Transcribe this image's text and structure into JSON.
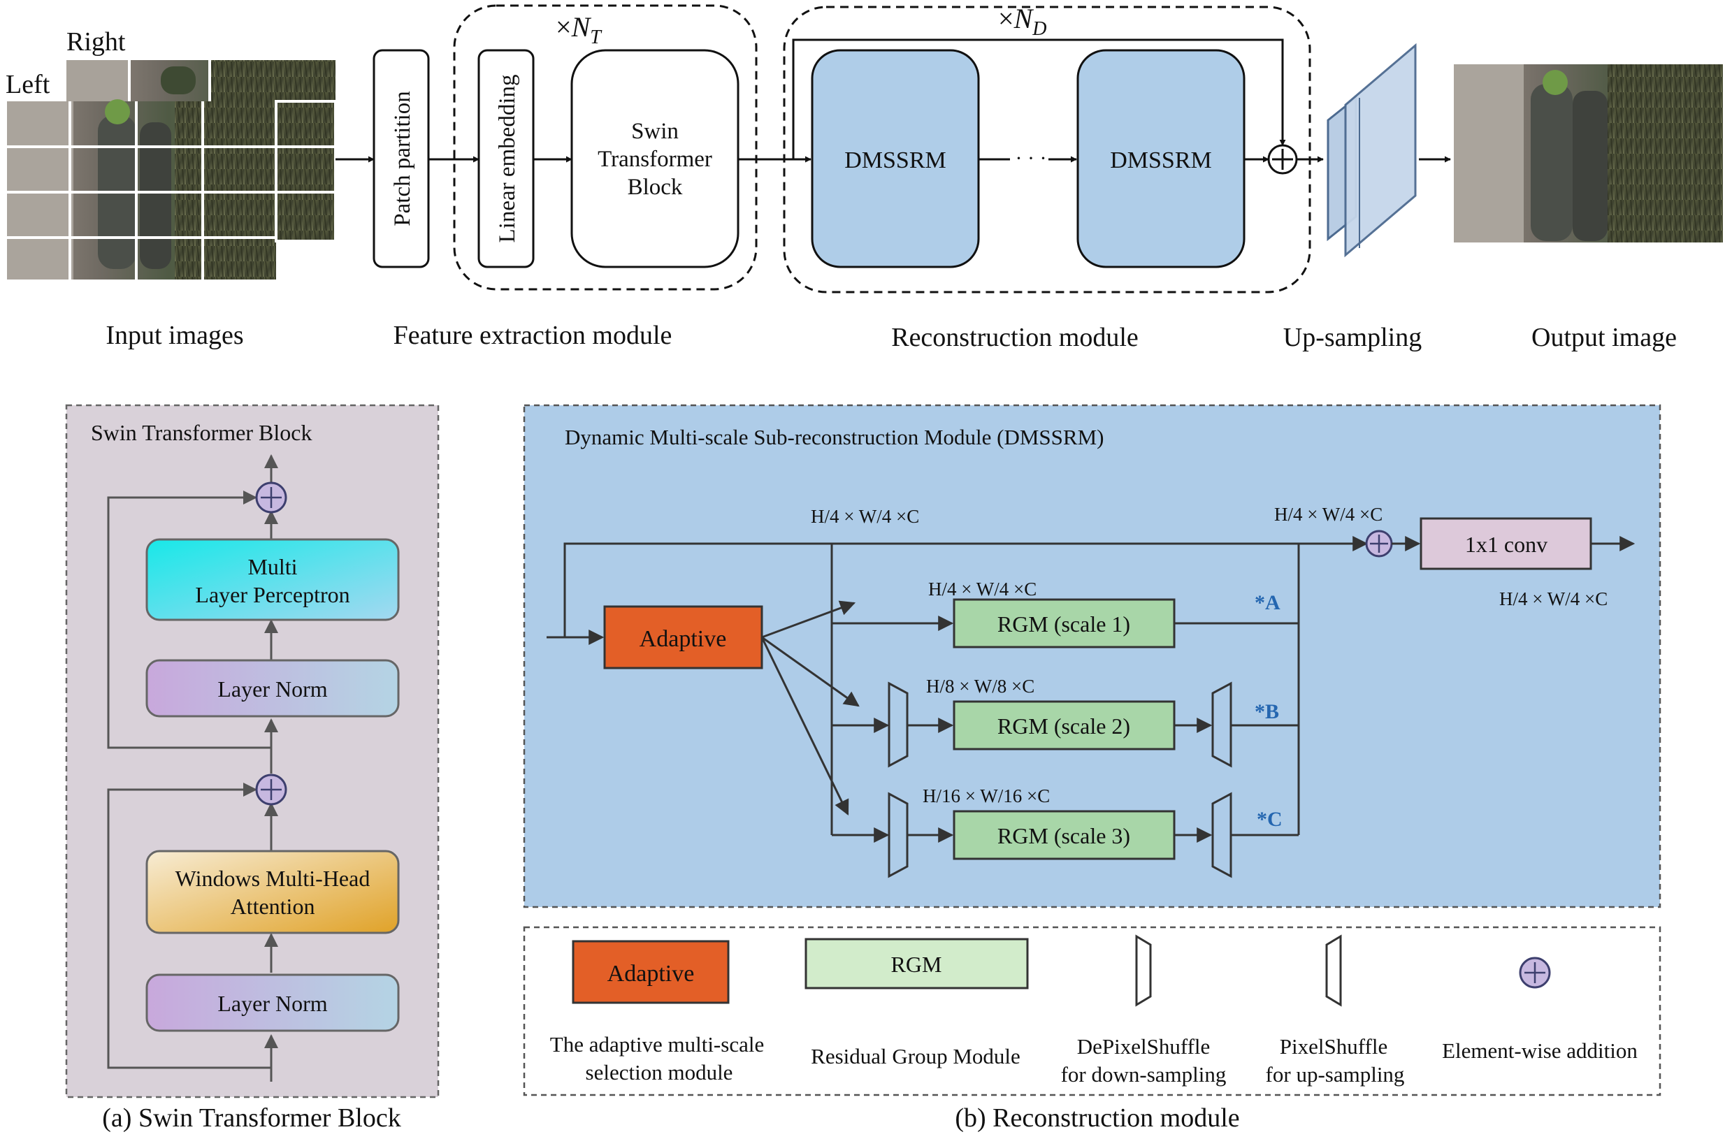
{
  "top": {
    "input_right_label": "Right",
    "input_left_label": "Left",
    "patch_partition": "Patch partition",
    "linear_embedding": "Linear embedding",
    "repeat_nt_symbol": "×",
    "repeat_nt_var": "N",
    "repeat_nt_sub": "T",
    "swin_block_line1": "Swin",
    "swin_block_line2": "Transformer",
    "swin_block_line3": "Block",
    "repeat_nd_symbol": "×",
    "repeat_nd_var": "N",
    "repeat_nd_sub": "D",
    "dmssrm_1": "DMSSRM",
    "dmssrm_dots": "· · ·",
    "dmssrm_2": "DMSSRM",
    "caption_input": "Input images",
    "caption_feature": "Feature extraction module",
    "caption_reconstruction": "Reconstruction module",
    "caption_upsampling": "Up-sampling",
    "caption_output": "Output image"
  },
  "swin": {
    "title": "Swin Transformer Block",
    "mlp_line1": "Multi",
    "mlp_line2": "Layer Perceptron",
    "layer_norm_top": "Layer Norm",
    "wmha_line1": "Windows Multi-Head",
    "wmha_line2": "Attention",
    "layer_norm_bottom": "Layer Norm",
    "caption": "(a) Swin Transformer Block"
  },
  "recon": {
    "title": "Dynamic Multi-scale Sub-reconstruction Module (DMSSRM)",
    "dim_top_left": "H/4 × W/4 ×C",
    "dim_top_right": "H/4 × W/4 ×C",
    "dim_out": "H/4 × W/4 ×C",
    "dim_scale1": "H/4 × W/4 ×C",
    "dim_scale2": "H/8 × W/8 ×C",
    "dim_scale3": "H/16 × W/16 ×C",
    "adaptive": "Adaptive",
    "rgm1": "RGM (scale 1)",
    "rgm2": "RGM (scale 2)",
    "rgm3": "RGM (scale 3)",
    "weight_a": "*A",
    "weight_b": "*B",
    "weight_c": "*C",
    "conv": "1x1 conv",
    "caption": "(b) Reconstruction module"
  },
  "legend": {
    "adaptive_label": "Adaptive",
    "adaptive_desc_line1": "The adaptive multi-scale",
    "adaptive_desc_line2": "selection module",
    "rgm_label": "RGM",
    "rgm_desc": "Residual Group Module",
    "depixel_line1": "DePixelShuffle",
    "depixel_line2": "for down-sampling",
    "pixel_line1": "PixelShuffle",
    "pixel_line2": "for up-sampling",
    "add_desc": "Element-wise addition"
  },
  "colors": {
    "dmssrm_fill": "#afcde8",
    "recon_bg": "#aecce8",
    "swin_bg": "#d9d1d9",
    "adaptive_fill": "#e35f27",
    "rgm_fill": "#a8d6a8",
    "conv_fill": "#ddc9da",
    "weight_text": "#2466b0",
    "upsample_fill": "#b9cde4"
  }
}
